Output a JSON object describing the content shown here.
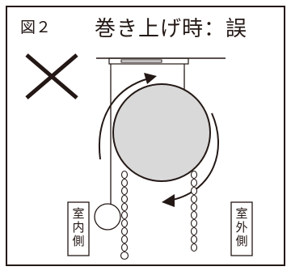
{
  "figure": {
    "label": "図２",
    "title": "巻き上げ時：誤"
  },
  "mark": {
    "meaning": "incorrect",
    "symbol": "×"
  },
  "labels": {
    "indoor": "室内側",
    "outdoor": "室外側"
  },
  "colors": {
    "line": "#231815",
    "roll_fill": "#d9d9d9",
    "background": "#ffffff"
  }
}
